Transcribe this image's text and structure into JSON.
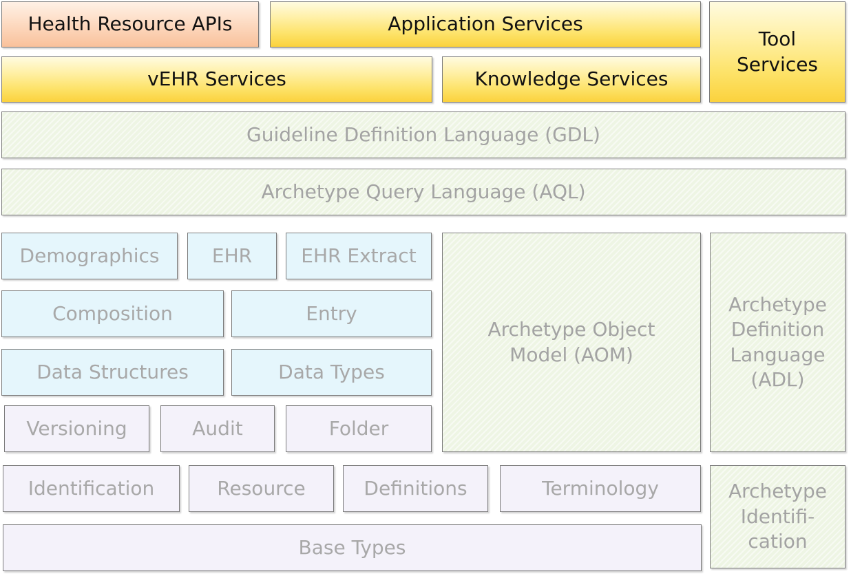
{
  "services": {
    "health_resource_apis": "Health Resource APIs",
    "application_services": "Application Services",
    "tool_services": "Tool\nServices",
    "vehr_services": "vEHR Services",
    "knowledge_services": "Knowledge Services"
  },
  "languages": {
    "gdl": "Guideline Definition Language (GDL)",
    "aql": "Archetype Query Language (AQL)"
  },
  "reference_model": {
    "demographics": "Demographics",
    "ehr": "EHR",
    "ehr_extract": "EHR Extract",
    "composition": "Composition",
    "entry": "Entry",
    "data_structures": "Data Structures",
    "data_types": "Data Types",
    "versioning": "Versioning",
    "audit": "Audit",
    "folder": "Folder"
  },
  "archetypes": {
    "aom": "Archetype Object\nModel (AOM)",
    "adl": "Archetype\nDefinition\nLanguage\n(ADL)",
    "identification": "Archetype\nIdentifi-\ncation"
  },
  "base": {
    "identification": "Identification",
    "resource": "Resource",
    "definitions": "Definitions",
    "terminology": "Terminology",
    "base_types": "Base Types"
  },
  "colors": {
    "services_yellow": "#fde36a",
    "api_orange": "#f9c19b",
    "archetype_green": "#eef5e4",
    "rm_blue": "#e5f6fc",
    "base_lavender": "#f4f2fa",
    "border": "#7a7a7a"
  }
}
